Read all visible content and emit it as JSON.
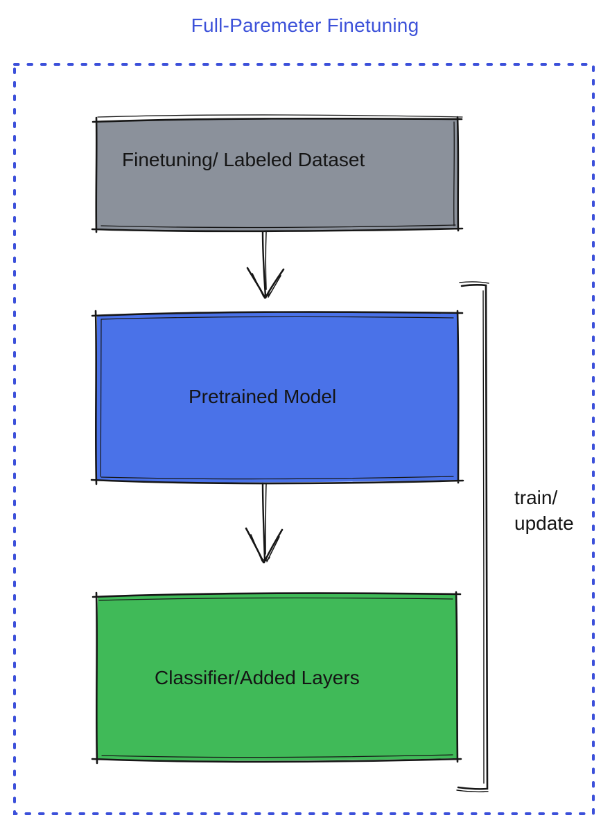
{
  "title": {
    "text": "Full-Paremeter Finetuning",
    "color": "#3d52d9"
  },
  "frame": {
    "border_color": "#3c50da",
    "border_style": "dotted"
  },
  "nodes": [
    {
      "id": "finetuning-dataset",
      "label": "Finetuning/ Labeled Dataset",
      "fill": "#8b919b"
    },
    {
      "id": "pretrained-model",
      "label": "Pretrained Model",
      "fill": "#4a72e8"
    },
    {
      "id": "classifier-added-layers",
      "label": "Classifier/Added Layers",
      "fill": "#40ba58"
    }
  ],
  "edges": [
    {
      "from": "finetuning-dataset",
      "to": "pretrained-model",
      "type": "arrow-down"
    },
    {
      "from": "pretrained-model",
      "to": "classifier-added-layers",
      "type": "arrow-down"
    }
  ],
  "bracket": {
    "lines": [
      "train/",
      "update"
    ]
  },
  "ink_color": "#161616"
}
